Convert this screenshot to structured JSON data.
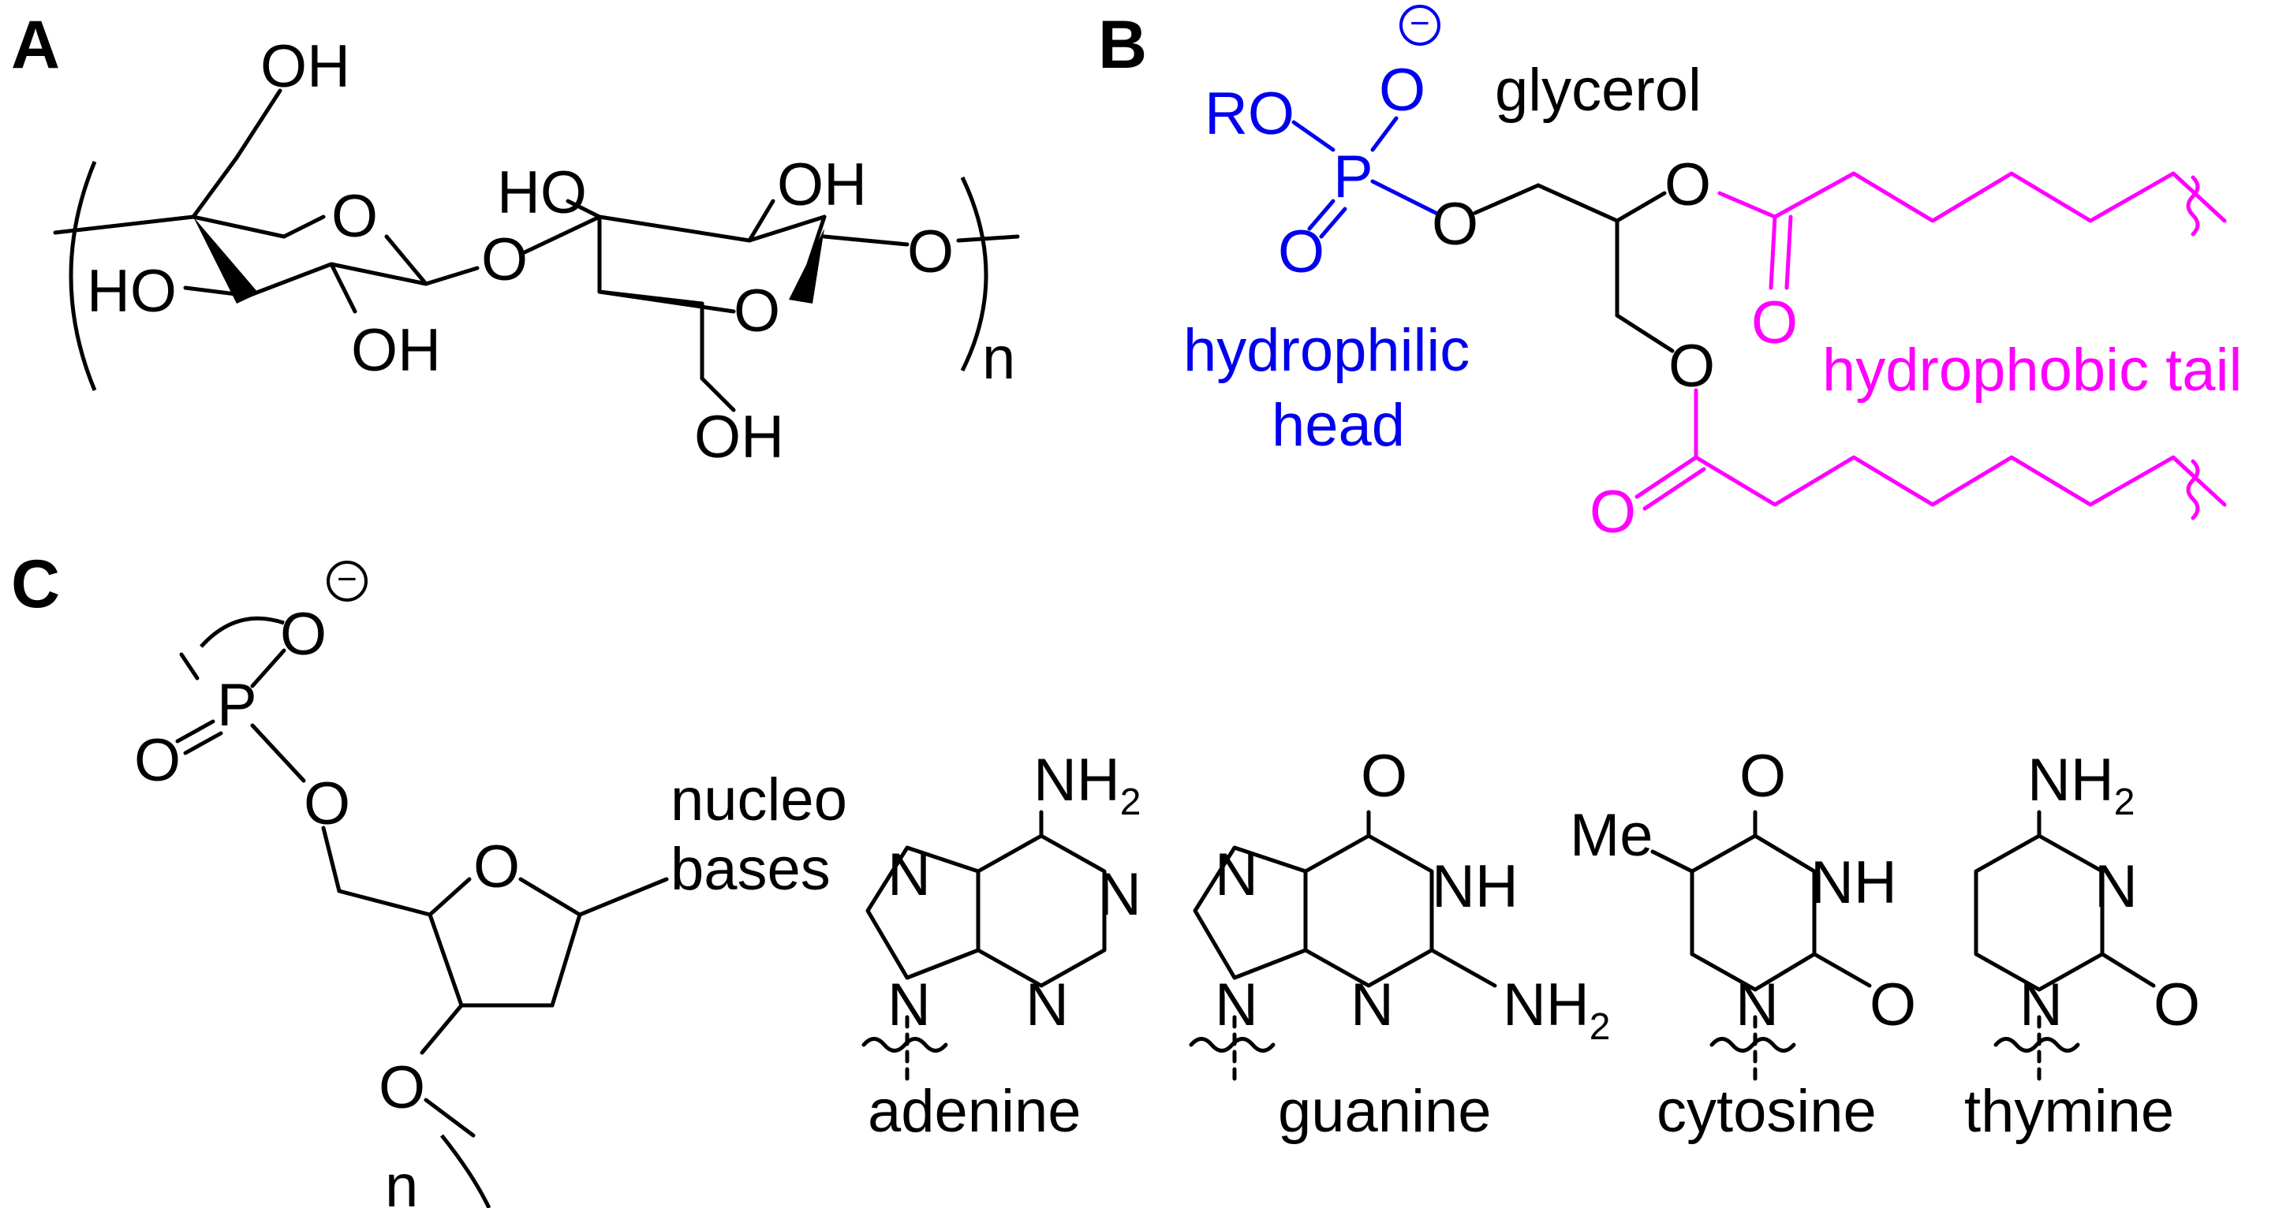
{
  "panels": {
    "a": "A",
    "b": "B",
    "c": "C"
  },
  "colors": {
    "ink": "#000000",
    "head": "#0000ee",
    "tail": "#ff00ff"
  },
  "panel_a": {
    "groups": {
      "oh1": "OH",
      "o_ring1": "O",
      "ho_left": "HO",
      "oh_bottom1": "OH",
      "o_link": "O",
      "ho_mid": "HO",
      "oh_top2": "OH",
      "o_ring2": "O",
      "o_right": "O",
      "oh_bottom2": "OH"
    },
    "repeat": "n"
  },
  "panel_b": {
    "groups": {
      "ro": "RO",
      "p": "P",
      "o_top": "O",
      "o_bottom": "O",
      "o_glyc1": "O",
      "o_glyc2": "O",
      "o_glyc3": "O",
      "o_carbonyl1": "O",
      "o_carbonyl2": "O"
    },
    "charge": "−",
    "labels": {
      "glycerol": "glycerol",
      "hydrophilic": "hydrophilic",
      "head": "head",
      "hydrophobic": "hydrophobic tail"
    }
  },
  "panel_c": {
    "groups": {
      "o_top": "O",
      "p": "P",
      "o_left": "O",
      "o_link": "O",
      "o_ring": "O",
      "o_bottom": "O"
    },
    "charge": "−",
    "repeat": "n",
    "labels": {
      "nucleo": "nucleo",
      "bases": "bases"
    },
    "bases": {
      "adenine": {
        "name": "adenine",
        "nh2": "NH",
        "sub": "2",
        "n1": "N",
        "n2": "N",
        "n3": "N",
        "n4": "N"
      },
      "guanine": {
        "name": "guanine",
        "o": "O",
        "nh": "NH",
        "nh2": "NH",
        "sub": "2",
        "n1": "N",
        "n2": "N",
        "n3": "N"
      },
      "cytosine": {
        "name": "cytosine",
        "me": "Me",
        "o1": "O",
        "nh": "NH",
        "o2": "O",
        "n": "N"
      },
      "thymine": {
        "name": "thymine",
        "nh2": "NH",
        "sub": "2",
        "n1": "N",
        "o": "O",
        "n2": "N"
      }
    }
  }
}
